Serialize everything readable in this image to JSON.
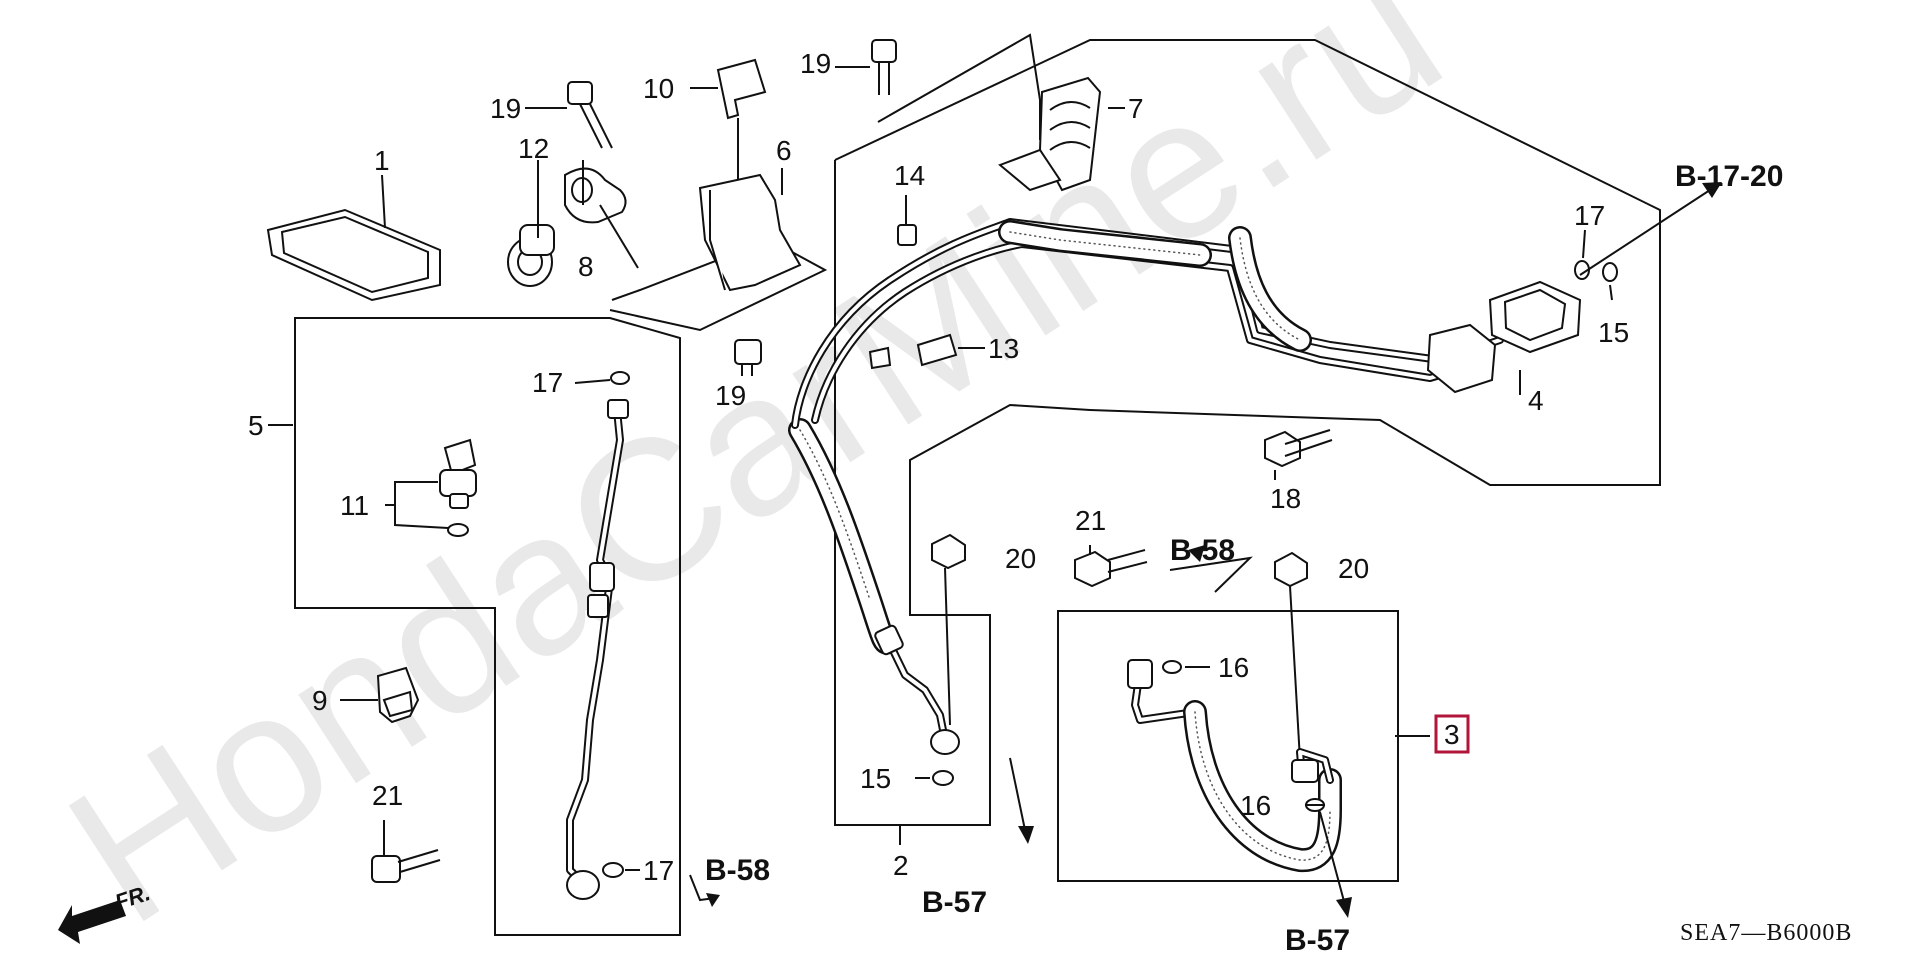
{
  "watermark": "HondaCarMine.ru",
  "direction_label": "FR.",
  "figure_code": "SEA7—B6000B",
  "callouts": {
    "c1": "1",
    "c2": "2",
    "c3": "3",
    "c4": "4",
    "c5": "5",
    "c6": "6",
    "c7": "7",
    "c8": "8",
    "c9": "9",
    "c10": "10",
    "c11": "11",
    "c12": "12",
    "c13": "13",
    "c14": "14",
    "c15a": "15",
    "c15b": "15",
    "c16a": "16",
    "c16b": "16",
    "c17a": "17",
    "c17b": "17",
    "c17c": "17",
    "c18": "18",
    "c19a": "19",
    "c19b": "19",
    "c19c": "19",
    "c20a": "20",
    "c20b": "20",
    "c21a": "21",
    "c21b": "21"
  },
  "section_refs": {
    "b1720": "B-17-20",
    "b58a": "B-58",
    "b58b": "B-58",
    "b57a": "B-57",
    "b57b": "B-57"
  },
  "highlight_color": "#b0153a"
}
